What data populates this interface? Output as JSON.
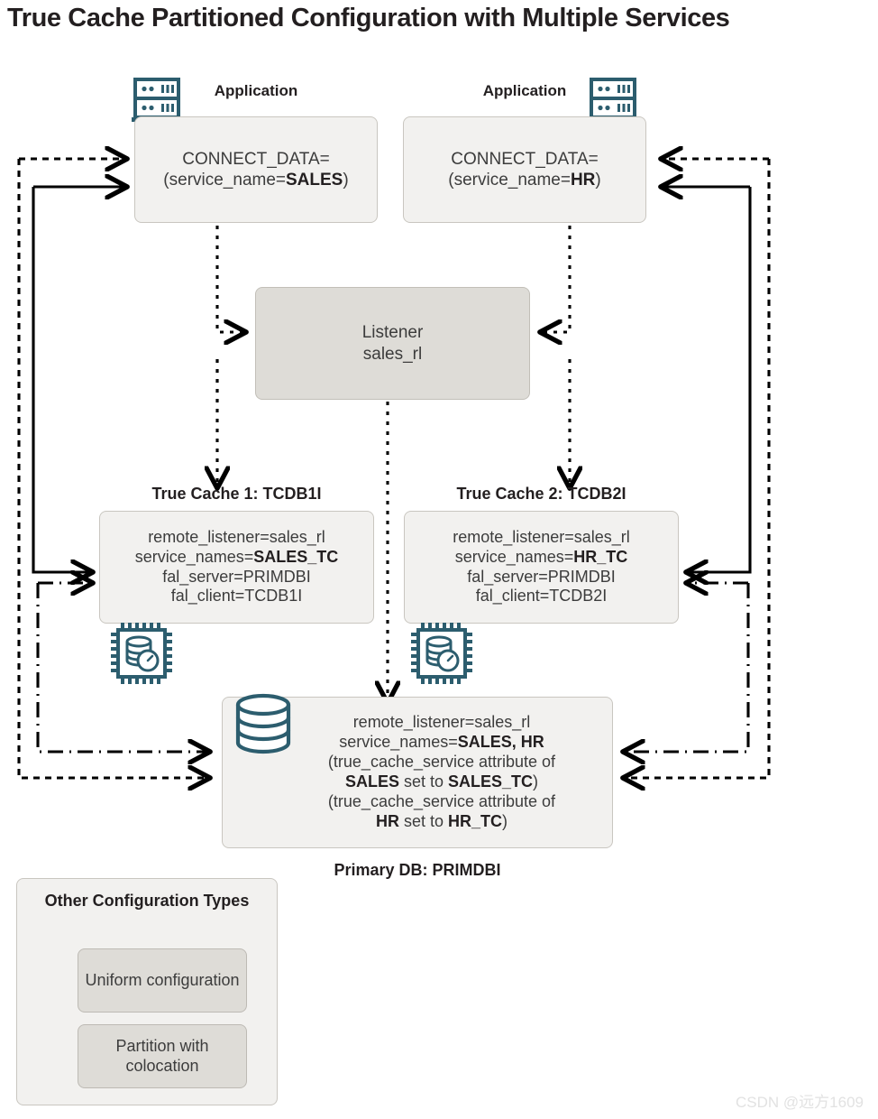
{
  "title": "True Cache Partitioned Configuration with Multiple Services",
  "applications": [
    {
      "caption": "Application",
      "icon": "server-rack-icon",
      "line1": "CONNECT_DATA=",
      "line2_prefix": "(service_name=",
      "line2_bold": "SALES",
      "line2_suffix": ")"
    },
    {
      "caption": "Application",
      "icon": "server-rack-icon",
      "line1": "CONNECT_DATA=",
      "line2_prefix": "(service_name=",
      "line2_bold": "HR",
      "line2_suffix": ")"
    }
  ],
  "listener": {
    "line1": "Listener",
    "line2": "sales_rl"
  },
  "true_caches": [
    {
      "caption": "True Cache 1: TCDB1I",
      "icon": "true-cache-chip-icon",
      "remote_listener": "remote_listener=sales_rl",
      "service_names_prefix": "service_names=",
      "service_names_bold": "SALES_TC",
      "fal_server": "fal_server=PRIMDBI",
      "fal_client": "fal_client=TCDB1I"
    },
    {
      "caption": "True Cache 2: TCDB2I",
      "icon": "true-cache-chip-icon",
      "remote_listener": "remote_listener=sales_rl",
      "service_names_prefix": "service_names=",
      "service_names_bold": "HR_TC",
      "fal_server": "fal_server=PRIMDBI",
      "fal_client": "fal_client=TCDB2I"
    }
  ],
  "primary_db": {
    "icon": "database-cylinder-icon",
    "caption": "Primary DB: PRIMDBI",
    "remote_listener": "remote_listener=sales_rl",
    "service_names_prefix": "service_names=",
    "service_names_bold": "SALES, HR",
    "attr1_line1": "(true_cache_service attribute of",
    "attr1_bold_a": "SALES",
    "attr1_mid": " set to ",
    "attr1_bold_b": "SALES_TC",
    "attr1_suffix": ")",
    "attr2_line1": "(true_cache_service attribute of",
    "attr2_bold_a": "HR",
    "attr2_mid": " set to ",
    "attr2_bold_b": "HR_TC",
    "attr2_suffix": ")"
  },
  "legend": {
    "title": "Other Configuration Types",
    "items": [
      {
        "label": "Uniform configuration"
      },
      {
        "label": "Partition with colocation"
      }
    ]
  },
  "watermark": "CSDN @远方1609",
  "colors": {
    "accent_teal": "#2c5d6e",
    "node_fill": "#f2f1ef",
    "node_fill_dark": "#dedcd7",
    "node_border": "#c9c6c0",
    "text": "#231f20",
    "arrow": "#000000"
  }
}
